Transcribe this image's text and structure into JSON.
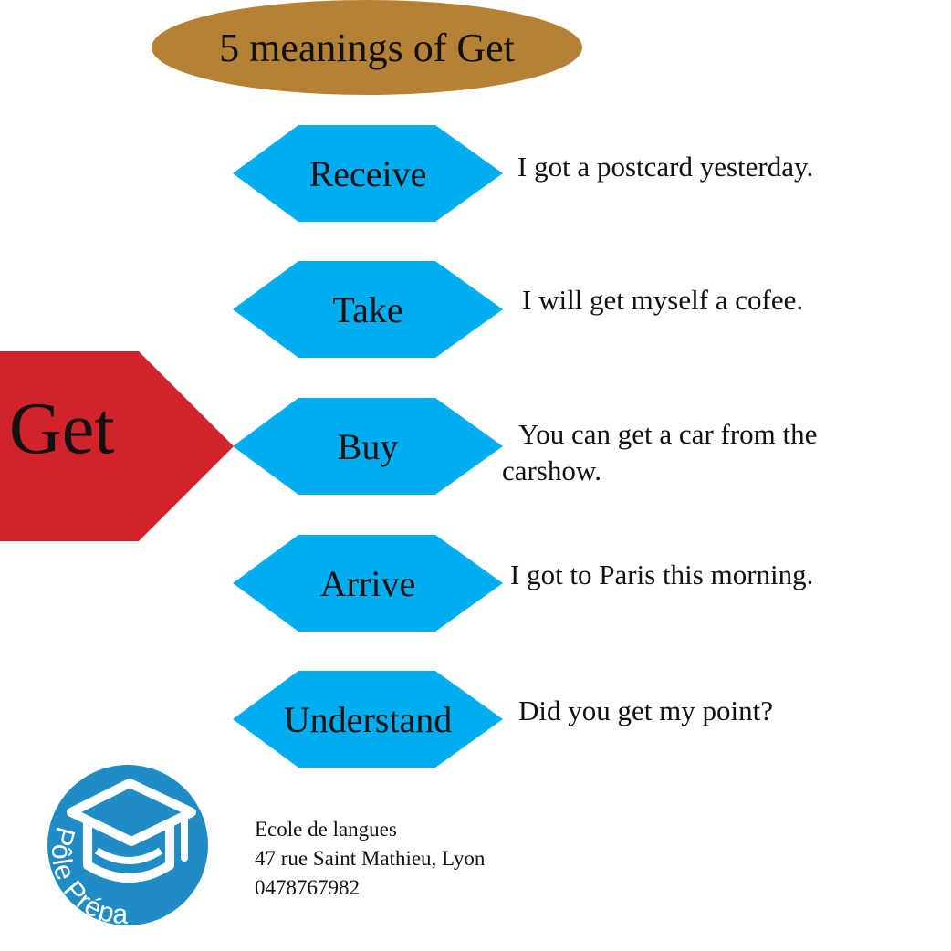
{
  "title": "5 meanings of Get",
  "center_word": "Get",
  "meanings": [
    {
      "label": "Receive",
      "example": "I got a postcard yesterday."
    },
    {
      "label": "Take",
      "example": "I will get myself a cofee."
    },
    {
      "label": "Buy",
      "example": "You can get a car from the carshow."
    },
    {
      "label": "Arrive",
      "example": "I got to Paris this morning."
    },
    {
      "label": "Understand",
      "example": "Did you get my point?"
    }
  ],
  "logo_text": "Pôle Prépa",
  "address": {
    "line1": "Ecole de langues",
    "line2": "47 rue Saint Mathieu, Lyon",
    "phone": "0478767982"
  },
  "colors": {
    "title_oval": "#b58235",
    "get_shape": "#d0232b",
    "hexagon": "#00adef",
    "logo": "#1f8cc5"
  }
}
